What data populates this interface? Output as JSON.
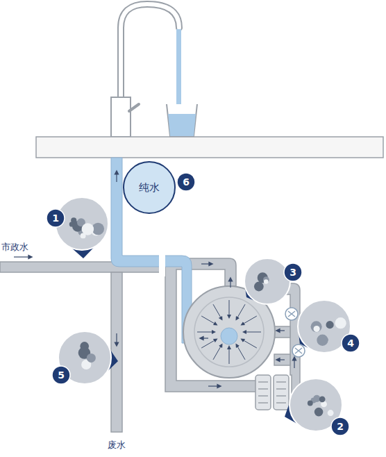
{
  "diagram": {
    "nodes": [
      {
        "text": [
          "纯水"
        ]
      }
    ],
    "labels": [
      "1",
      "市政水",
      "3",
      "4",
      "5",
      "2",
      "废水",
      "6"
    ]
  }
}
